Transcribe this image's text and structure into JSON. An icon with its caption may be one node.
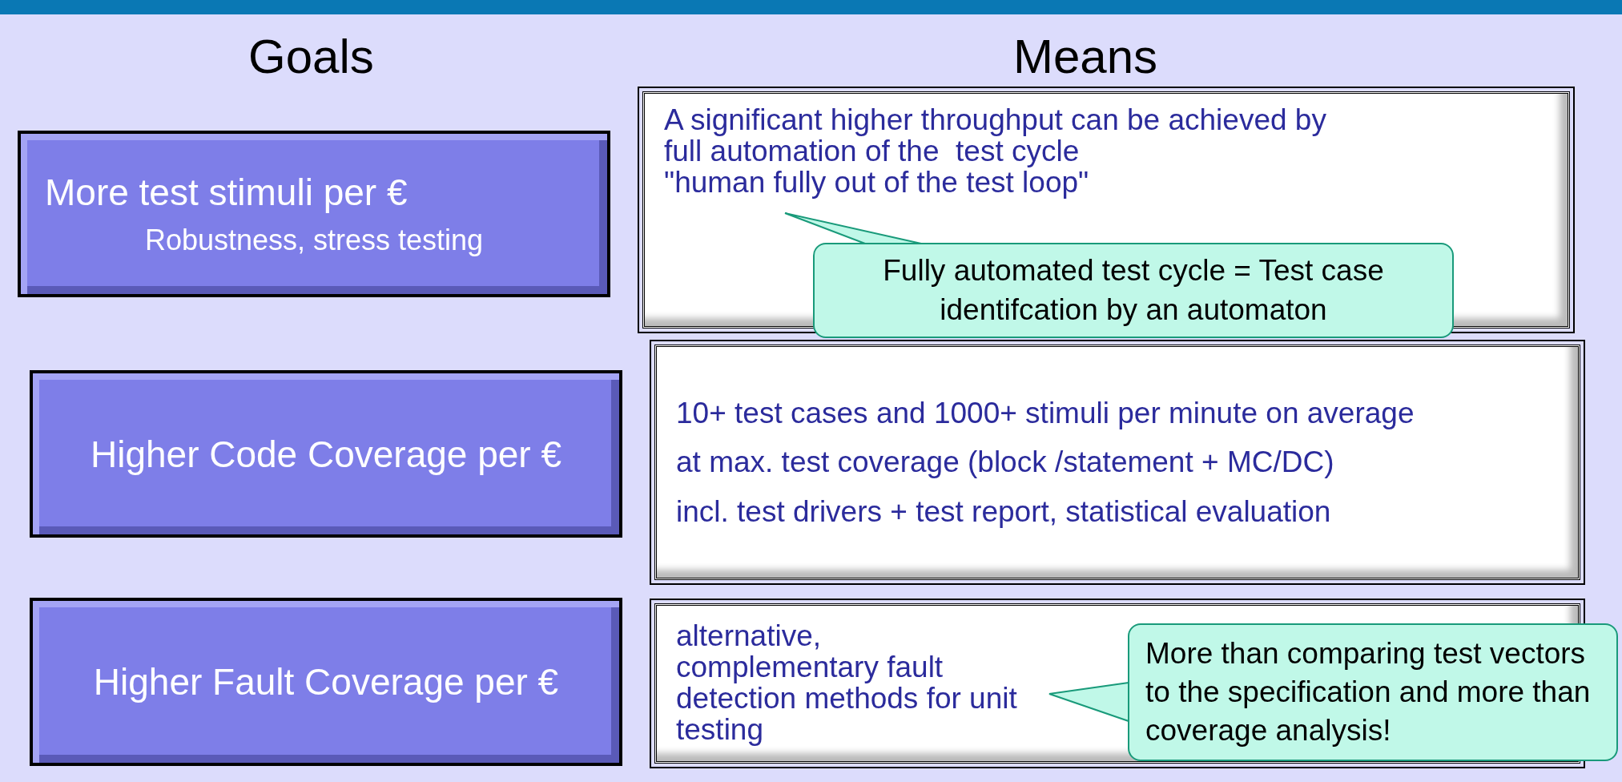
{
  "diagram": {
    "nodes": [
      {
        "text": [
          "More test stimuli per €",
          "Robustness, stress testing"
        ]
      },
      {
        "text": [
          "A significant higher throughput can be achieved by",
          "full automation of the  test cycle",
          "\"human fully out of the test loop\""
        ]
      },
      {
        "text": [
          "Fully automated test cycle = Test case identifcation by an automaton"
        ]
      },
      {
        "text": [
          "Higher Code Coverage per €"
        ]
      },
      {
        "text": [
          "10+ test cases and 1000+ stimuli per minute on average",
          "at max. test coverage (block /statement + MC/DC)",
          "incl. test drivers + test report, statistical evaluation"
        ]
      },
      {
        "text": [
          "Higher Fault Coverage per €"
        ]
      },
      {
        "text": [
          "alternative, complementary fault detection methods for unit testing"
        ]
      },
      {
        "text": [
          "More than comparing test vectors to the specification and more than coverage analysis!"
        ]
      }
    ],
    "edges": [
      {
        "from": 2,
        "to": 1,
        "arrow": "none"
      },
      {
        "from": 7,
        "to": 6,
        "arrow": "none"
      }
    ],
    "labels": [
      "Goals",
      "Means"
    ]
  }
}
